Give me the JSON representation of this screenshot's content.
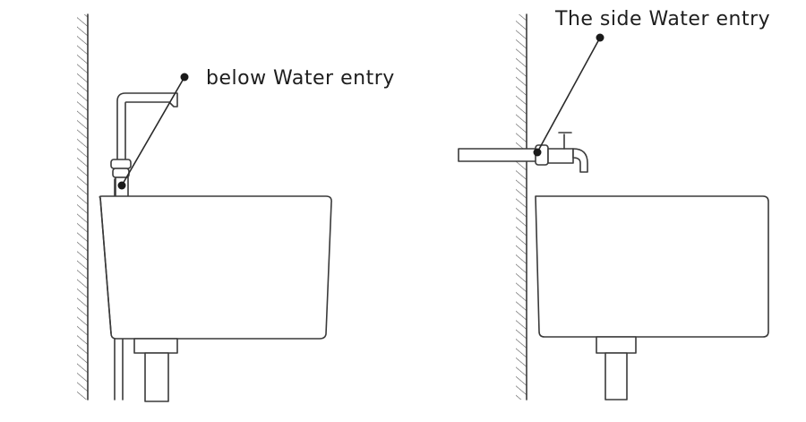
{
  "diagrams": [
    {
      "id": "below",
      "callout_label": "below Water entry"
    },
    {
      "id": "side",
      "callout_label": "The side Water entry"
    }
  ],
  "colors": {
    "line": "#3a3a3a",
    "background": "#ffffff",
    "text": "#1e1e1e"
  }
}
